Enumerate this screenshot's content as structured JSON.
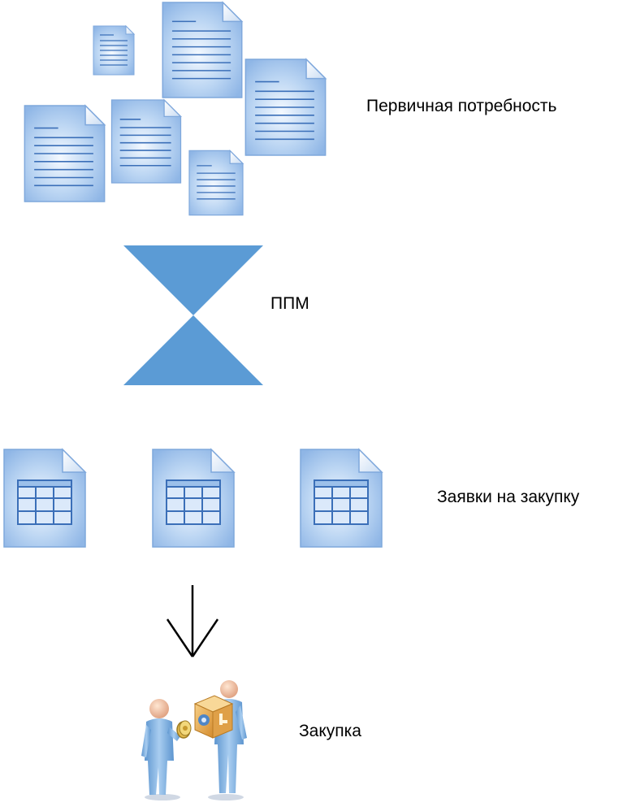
{
  "stages": {
    "primary_demand": {
      "label": "Первичная потребность"
    },
    "ppm": {
      "label": "ППМ"
    },
    "purchase_requests": {
      "label": "Заявки на закупку"
    },
    "purchase": {
      "label": "Закупка"
    }
  },
  "colors": {
    "doc_fill": "#a9c8ee",
    "doc_light": "#eaf3ff",
    "doc_edge": "#7fa8dc",
    "doc_line": "#3b6fb8",
    "hourglass": "#5b9bd5",
    "arrow": "#000000",
    "figure": "#7fb3e0",
    "box": "#e8a94a"
  },
  "icons": {
    "documents": "text-document-icon",
    "hourglass": "hourglass-icon",
    "table_documents": "table-document-icon",
    "arrow": "arrow-down-icon",
    "people": "people-exchange-icon"
  }
}
